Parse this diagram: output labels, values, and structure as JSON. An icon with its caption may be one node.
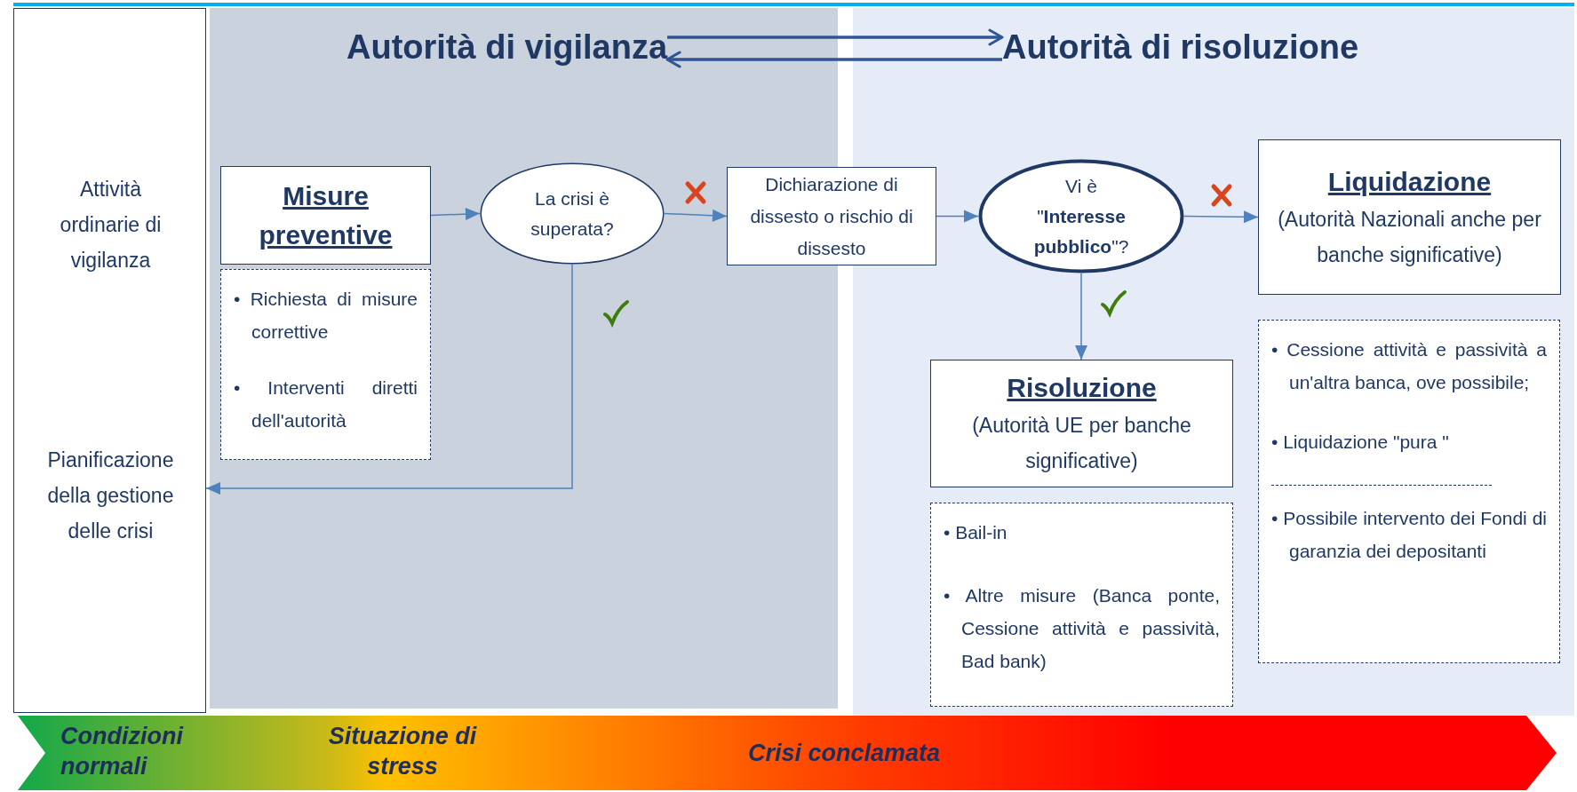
{
  "diagram": {
    "nodes": [
      {
        "text": [
          "Attività ordinarie di vigilanza",
          "Pianificazione della gestione delle crisi"
        ]
      },
      {
        "text": [],
        "shape": "box"
      },
      {
        "text": [
          "Autorità di vigilanza"
        ],
        "in": 1
      },
      {
        "text": [],
        "shape": "box"
      },
      {
        "text": [
          "Autorità di risoluzione"
        ],
        "in": 3
      },
      {
        "text": [
          "Misure preventive"
        ],
        "in": 1
      },
      {
        "text": [
          "• Richiesta di misure correttive",
          "• Interventi diretti dell'autorità"
        ],
        "in": 1
      },
      {
        "text": [
          "La crisi è superata?"
        ],
        "in": 1
      },
      {
        "text": [
          "Dichiarazione di dissesto o rischio di dissesto"
        ]
      },
      {
        "text": [
          "Vi è \"**Interesse pubblico**\"?"
        ],
        "in": 3
      },
      {
        "text": [
          "Liquidazione",
          "(Autorità Nazionali anche per banche significative)"
        ],
        "in": 3
      },
      {
        "text": [
          "• Cessione attività e passività a un'altra banca, ove possibile;",
          "• Liquidazione \"pura \"",
          "• Possibile intervento dei Fondi di garanzia dei depositanti"
        ],
        "in": 3
      },
      {
        "text": [
          "Risoluzione",
          "(Autorità UE per banche significative)"
        ],
        "in": 3
      },
      {
        "text": [
          "• Bail-in",
          "• Altre misure (Banca ponte, Cessione attività e passività, Bad bank)"
        ],
        "in": 3
      },
      {
        "text": [
          "Condizioni normali",
          "Situazione di stress",
          "Crisi conclamata"
        ]
      }
    ],
    "edges": [
      {
        "from": 2,
        "to": 4,
        "arrow": "to",
        "color": "#2f5597"
      },
      {
        "from": 4,
        "to": 2,
        "arrow": "to",
        "color": "#2f5597"
      },
      {
        "from": 5,
        "to": 7,
        "arrow": "to"
      },
      {
        "from": 7,
        "to": 8,
        "arrow": "to"
      },
      {
        "from": 7,
        "to": 0,
        "arrow": "to"
      },
      {
        "from": 8,
        "to": 9,
        "arrow": "to"
      },
      {
        "from": 9,
        "to": 10,
        "arrow": "to"
      },
      {
        "from": 9,
        "to": 12,
        "arrow": "to"
      }
    ]
  }
}
